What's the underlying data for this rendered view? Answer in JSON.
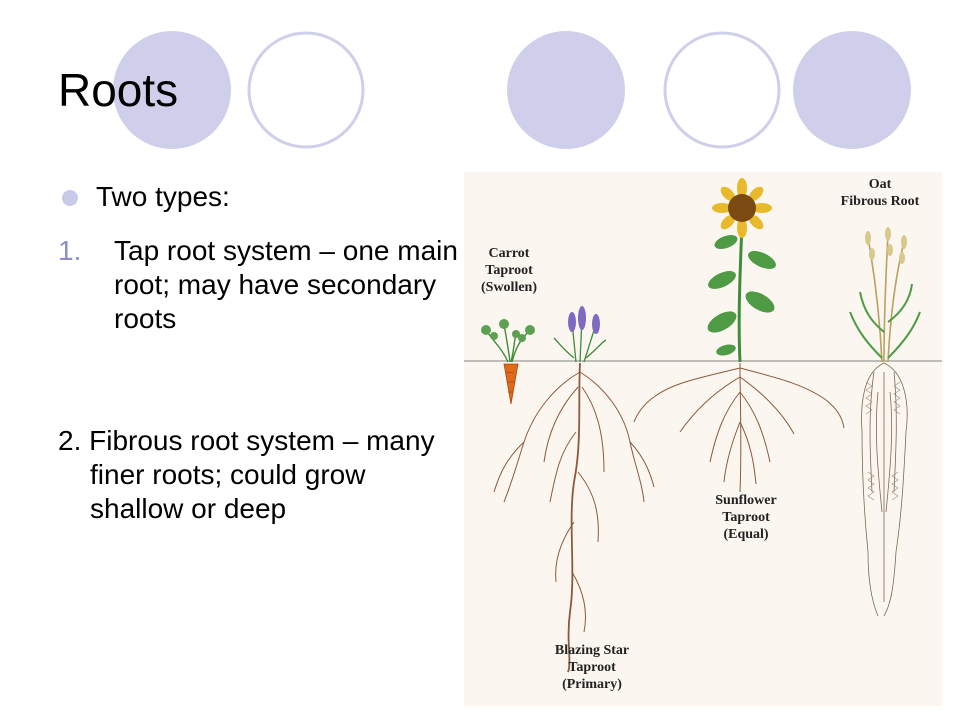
{
  "slide": {
    "title": "Roots",
    "bullet": "Two types:",
    "item1_number": "1.",
    "item1_text": "Tap root system – one main root; may have secondary roots",
    "item2_text": "2. Fibrous root system – many finer roots; could grow shallow or deep"
  },
  "figure": {
    "labels": {
      "carrot": [
        "Carrot",
        "Taproot",
        "(Swollen)"
      ],
      "blazing_star": [
        "Blazing Star",
        "Taproot",
        "(Primary)"
      ],
      "sunflower": [
        "Sunflower",
        "Taproot",
        "(Equal)"
      ],
      "oat": [
        "Oat",
        "Fibrous Root"
      ]
    },
    "icons": [
      "carrot-plant-icon",
      "blazing-star-plant-icon",
      "sunflower-plant-icon",
      "oat-plant-icon"
    ]
  },
  "colors": {
    "accent_circle": "#c9c9ea",
    "circle_outline": "#c9c9ea",
    "number_color": "#8c8cd0",
    "figure_bg": "#fbf7f0",
    "root_brown": "#8a5a3a",
    "leaf_green": "#3f8c3a",
    "sunflower_head": "#7a4a12",
    "petal_yellow": "#e8b92a",
    "carrot_orange": "#e06a1b",
    "lavender": "#7c6bbf"
  }
}
